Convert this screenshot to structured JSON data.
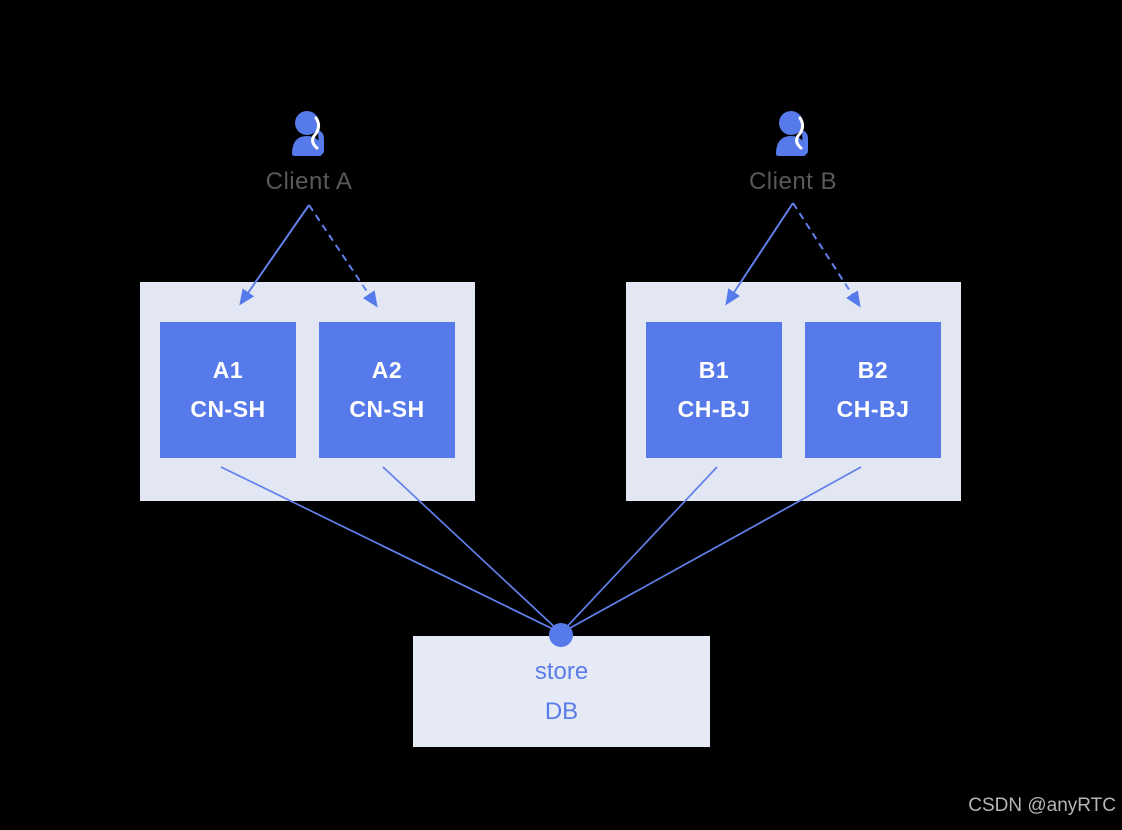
{
  "clients": [
    {
      "label": "Client A",
      "icon": "person-icon"
    },
    {
      "label": "Client B",
      "icon": "person-icon"
    }
  ],
  "clusters": [
    {
      "nodes": [
        {
          "line1": "A1",
          "line2": "CN-SH"
        },
        {
          "line1": "A2",
          "line2": "CN-SH"
        }
      ]
    },
    {
      "nodes": [
        {
          "line1": "B1",
          "line2": "CH-BJ"
        },
        {
          "line1": "B2",
          "line2": "CH-BJ"
        }
      ]
    }
  ],
  "store": {
    "line1": "store",
    "line2": "DB"
  },
  "edges": [
    {
      "from": "Client A",
      "to": "A1",
      "style": "solid-arrow"
    },
    {
      "from": "Client A",
      "to": "A2",
      "style": "dashed-arrow"
    },
    {
      "from": "Client B",
      "to": "B1",
      "style": "solid-arrow"
    },
    {
      "from": "Client B",
      "to": "B2",
      "style": "dashed-arrow"
    },
    {
      "from": "A1",
      "to": "store DB",
      "style": "line"
    },
    {
      "from": "A2",
      "to": "store DB",
      "style": "line"
    },
    {
      "from": "B1",
      "to": "store DB",
      "style": "line"
    },
    {
      "from": "B2",
      "to": "store DB",
      "style": "line"
    }
  ],
  "watermark": "CSDN @anyRTC",
  "colors": {
    "background": "#000000",
    "node_blue": "#567AE9",
    "edge_blue": "#6180EB",
    "cluster_bg": "#E3E7F3",
    "store_bg": "#E6EAF6",
    "store_text": "#5B7DE9",
    "client_label": "#59595D",
    "node_text": "#FFFFFF",
    "watermark_text": "#B5B5B5"
  }
}
